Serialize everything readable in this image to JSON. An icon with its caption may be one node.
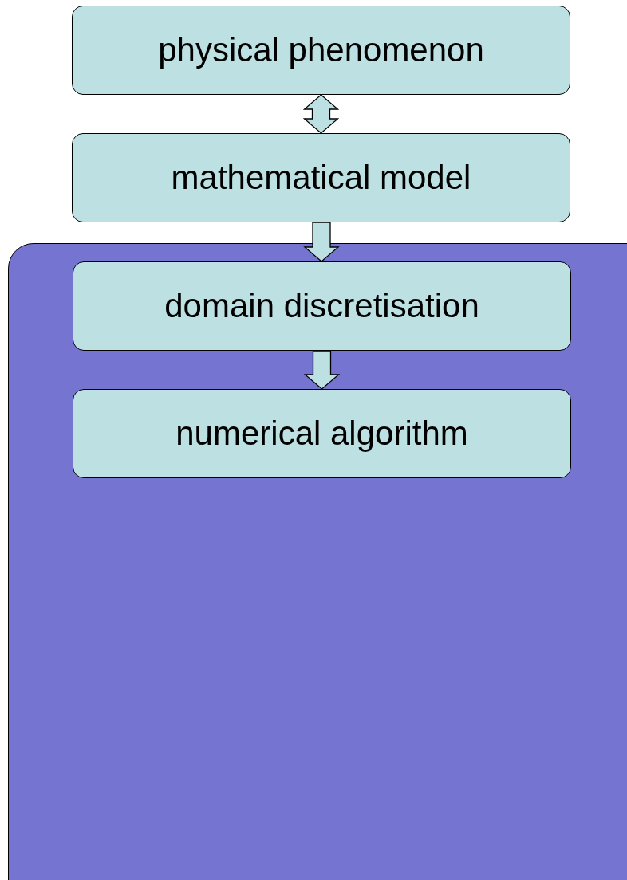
{
  "diagram": {
    "nodes": [
      {
        "text": [
          "physical phenomenon"
        ]
      },
      {
        "text": [
          "mathematical model"
        ]
      },
      {
        "text": [],
        "shape": "box"
      },
      {
        "text": [
          "domain discretisation"
        ],
        "in": 2
      },
      {
        "text": [
          "numerical algorithm"
        ],
        "in": 2
      }
    ],
    "edges": [
      {
        "from": 0,
        "to": 1,
        "arrow": "both"
      },
      {
        "from": 1,
        "to": 3,
        "arrow": "to"
      },
      {
        "from": 3,
        "to": 4,
        "arrow": "to"
      }
    ]
  }
}
